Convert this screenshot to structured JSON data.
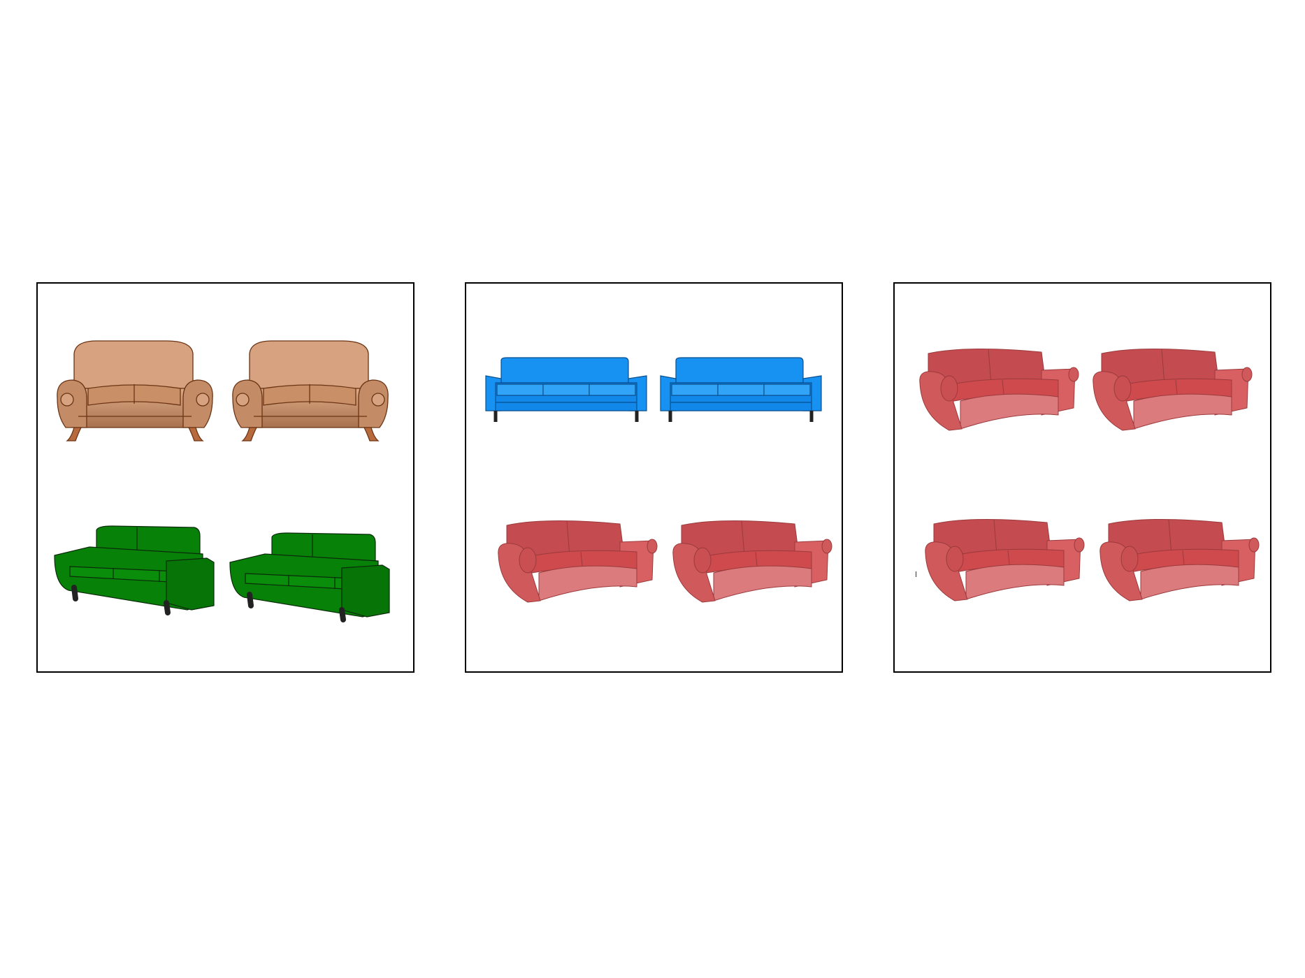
{
  "panels": [
    {
      "id": "panel-1",
      "sofas": [
        {
          "style": "rolled-arm-loveseat",
          "color": "#d6a27f"
        },
        {
          "style": "rolled-arm-loveseat",
          "color": "#d6a27f"
        },
        {
          "style": "modern-three-seat",
          "color": "#0a7f0a"
        },
        {
          "style": "modern-three-seat",
          "color": "#0a7f0a"
        }
      ]
    },
    {
      "id": "panel-2",
      "sofas": [
        {
          "style": "long-low-sofa",
          "color": "#1792f2"
        },
        {
          "style": "long-low-sofa",
          "color": "#1792f2"
        },
        {
          "style": "plush-two-seat",
          "color": "#d0595c"
        },
        {
          "style": "plush-two-seat",
          "color": "#d0595c"
        }
      ]
    },
    {
      "id": "panel-3",
      "sofas": [
        {
          "style": "plush-two-seat",
          "color": "#d0595c"
        },
        {
          "style": "plush-two-seat",
          "color": "#d0595c"
        },
        {
          "style": "plush-two-seat",
          "color": "#d0595c"
        },
        {
          "style": "plush-two-seat",
          "color": "#d0595c"
        }
      ]
    }
  ]
}
